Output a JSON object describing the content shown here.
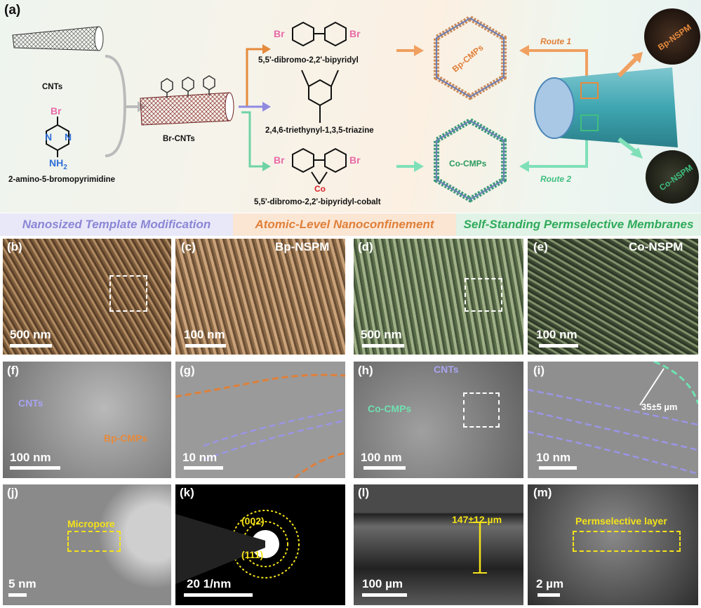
{
  "figure": {
    "labels": [
      "(a)",
      "(b)",
      "(c)",
      "(d)",
      "(e)",
      "(f)",
      "(g)",
      "(h)",
      "(i)",
      "(j)",
      "(k)",
      "(l)",
      "(m)"
    ],
    "scheme": {
      "cnts": "CNTs",
      "precursor": "2-amino-5-bromopyrimidine",
      "br_cnts": "Br-CNTs",
      "mol1": "5,5'-dibromo-2,2'-bipyridyl",
      "mol2": "2,4,6-triethynyl-1,3,5-triazine",
      "mol3": "5,5'-dibromo-2,2'-bipyridyl-cobalt",
      "bp_cmps": "Bp-CMPs",
      "co_cmps": "Co-CMPs",
      "route1": "Route 1",
      "route2": "Route 2",
      "bp_nspm": "Bp-NSPM",
      "co_nspm": "Co-NSPM",
      "atom_br": "Br",
      "atom_n": "N",
      "atom_nh2": "NH",
      "atom_sub2": "2",
      "atom_co": "Co"
    },
    "bands": [
      {
        "text": "Nanosized Template Modification",
        "color": "#8a86d6"
      },
      {
        "text": "Atomic-Level Nanoconfinement",
        "color": "#e07f38"
      },
      {
        "text": "Self-Standing Permselective Membranes",
        "color": "#2faa5a"
      }
    ],
    "panels": {
      "b": {
        "scale": "500 nm"
      },
      "c": {
        "scale": "100 nm",
        "title": "Bp-NSPM"
      },
      "d": {
        "scale": "500 nm"
      },
      "e": {
        "scale": "100 nm",
        "title": "Co-NSPM"
      },
      "f": {
        "scale": "100 nm",
        "tag1": "CNTs",
        "tag2": "Bp-CMPs"
      },
      "g": {
        "scale": "10 nm"
      },
      "h": {
        "scale": "100 nm",
        "tag1": "CNTs",
        "tag2": "Co-CMPs"
      },
      "i": {
        "scale": "10 nm",
        "measure": "35±5 µm"
      },
      "j": {
        "scale": "5 nm",
        "tag": "Micropore"
      },
      "k": {
        "scale": "20 1/nm",
        "ring1": "(002)",
        "ring2": "(111)"
      },
      "l": {
        "scale": "100 µm",
        "measure": "147±12 µm"
      },
      "m": {
        "scale": "2 µm",
        "tag": "Permselective layer"
      }
    },
    "colors": {
      "orange": "#e58a3c",
      "purple": "#8f8ae0",
      "green": "#3fbf7f",
      "yellow": "#f4e21a",
      "pink": "#e86aa6",
      "blue": "#2f6fd8",
      "red": "#d8232a"
    }
  }
}
